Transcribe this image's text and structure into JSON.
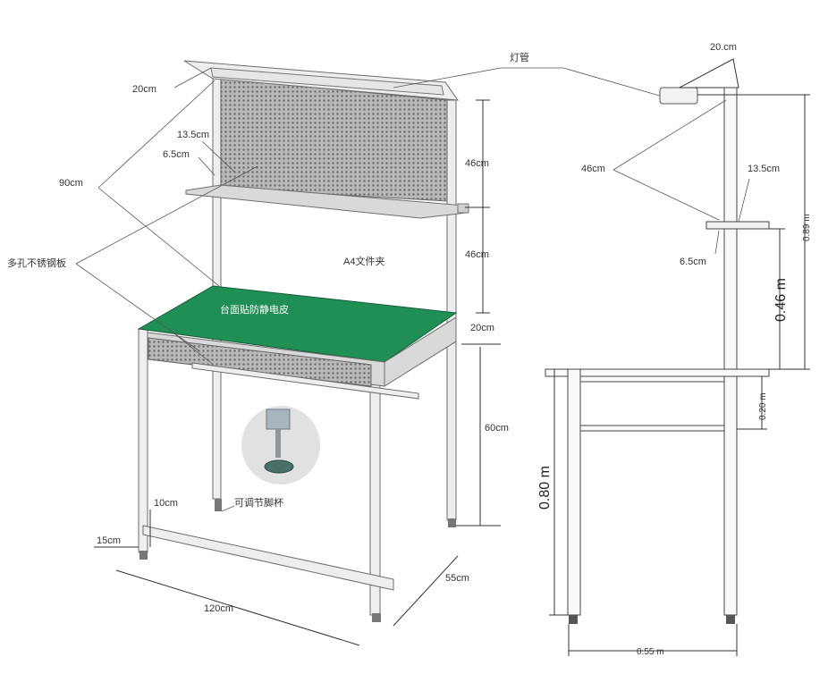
{
  "colors": {
    "mat": "#1f8f55",
    "frame": "#eeeeee",
    "mesh": "#9a9a9a"
  },
  "labels": {
    "lamp": "灯管",
    "lamp_width": "20cm",
    "overall_height": "90cm",
    "shelf_height": "13.5cm",
    "shelf_depth": "6.5cm",
    "board": "多孔不锈钢板",
    "upper_panel": "46cm",
    "lower_panel": "46cm",
    "folder": "A4文件夹",
    "mat": "台面贴防静电皮",
    "drawer": "20cm",
    "desk_height": "60cm",
    "foot": "可调节脚杯",
    "foot_gap": "10cm",
    "bottom_bar": "15cm",
    "width": "120cm",
    "depth": "55cm"
  },
  "side_view": {
    "lamp_width": "20.cm",
    "panel": "46cm",
    "shelf_height": "13.5cm",
    "shelf_depth": "6.5cm",
    "h_089": "0.89 m",
    "h_046": "0.46 m",
    "h_020": "0.20 m",
    "h_080": "0.80 m",
    "w_055": "0.55 m"
  }
}
